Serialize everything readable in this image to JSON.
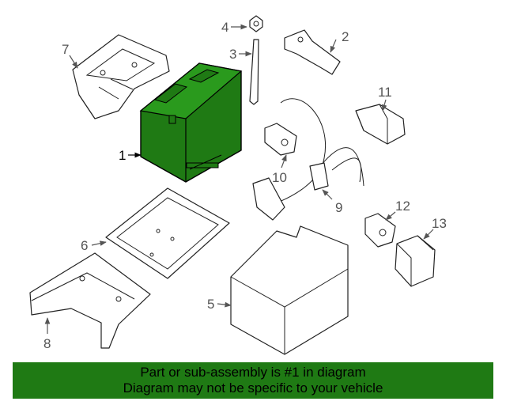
{
  "callouts": [
    {
      "id": "1",
      "label": "1",
      "highlight": true
    },
    {
      "id": "2",
      "label": "2"
    },
    {
      "id": "3",
      "label": "3"
    },
    {
      "id": "4",
      "label": "4"
    },
    {
      "id": "5",
      "label": "5"
    },
    {
      "id": "6",
      "label": "6"
    },
    {
      "id": "7",
      "label": "7"
    },
    {
      "id": "8",
      "label": "8"
    },
    {
      "id": "9",
      "label": "9"
    },
    {
      "id": "10",
      "label": "10"
    },
    {
      "id": "11",
      "label": "11"
    },
    {
      "id": "12",
      "label": "12"
    },
    {
      "id": "13",
      "label": "13"
    }
  ],
  "highlight_color": "#1f7a14",
  "banner": {
    "line1": "Part or sub-assembly is #1 in diagram",
    "line2": "Diagram may not be specific to your vehicle"
  }
}
